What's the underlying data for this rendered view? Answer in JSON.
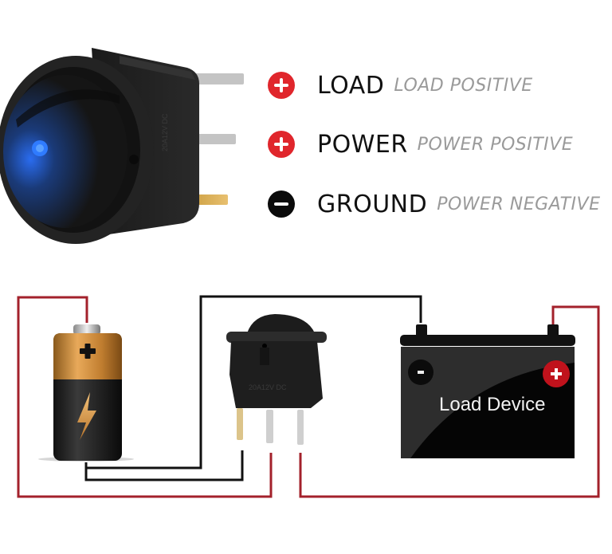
{
  "legend": {
    "items": [
      {
        "terminal": "LOAD",
        "description": "LOAD POSITIVE",
        "polarity": "+",
        "icon": "plus-circle-icon",
        "color": "#e0262c"
      },
      {
        "terminal": "POWER",
        "description": "POWER POSITIVE",
        "polarity": "+",
        "icon": "plus-circle-icon",
        "color": "#e0262c"
      },
      {
        "terminal": "GROUND",
        "description": "POWER NEGATIVE",
        "polarity": "-",
        "icon": "minus-circle-icon",
        "color": "#0b0b0b"
      }
    ]
  },
  "product": {
    "name": "round rocker switch",
    "led_color": "#1e6cff",
    "body_color": "#1c1c1c",
    "housing_print": "20A12V DC",
    "terminals": [
      "silver",
      "silver",
      "gold"
    ]
  },
  "diagram": {
    "battery": {
      "icon": "battery-icon",
      "positive_symbol": "+",
      "symbol": "lightning-bolt-icon"
    },
    "switch": {
      "housing_print": "20A12V DC",
      "pins": [
        "gold",
        "silver",
        "silver"
      ]
    },
    "load_device": {
      "label": "Load Device",
      "negative_symbol": "-",
      "positive_symbol": "+"
    },
    "wires": {
      "positive_color": "#a3212b",
      "negative_color": "#111111"
    }
  }
}
